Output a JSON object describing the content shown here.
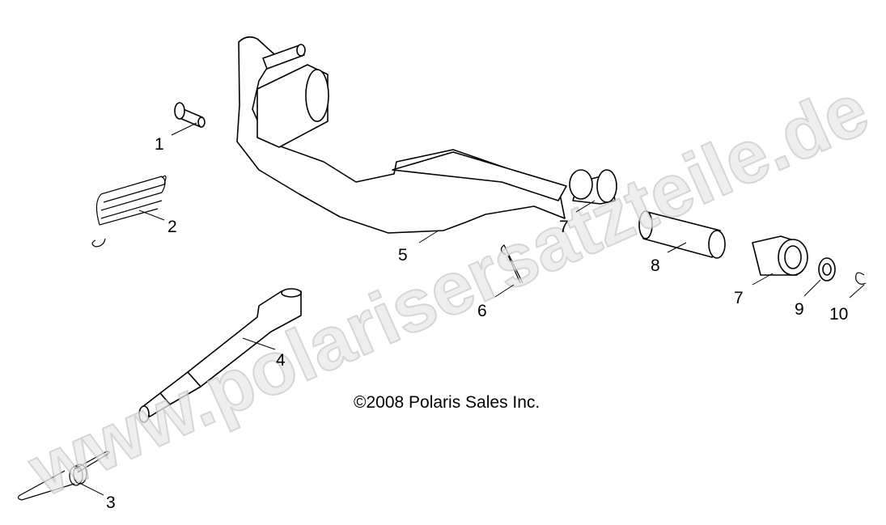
{
  "watermark": "www.polarisersatzteile.de",
  "copyright": "©2008 Polaris Sales Inc.",
  "callouts": [
    {
      "number": "1"
    },
    {
      "number": "2"
    },
    {
      "number": "3"
    },
    {
      "number": "4"
    },
    {
      "number": "5"
    },
    {
      "number": "6"
    },
    {
      "number": "7"
    },
    {
      "number": "8"
    },
    {
      "number": "7"
    },
    {
      "number": "9"
    },
    {
      "number": "10"
    }
  ]
}
